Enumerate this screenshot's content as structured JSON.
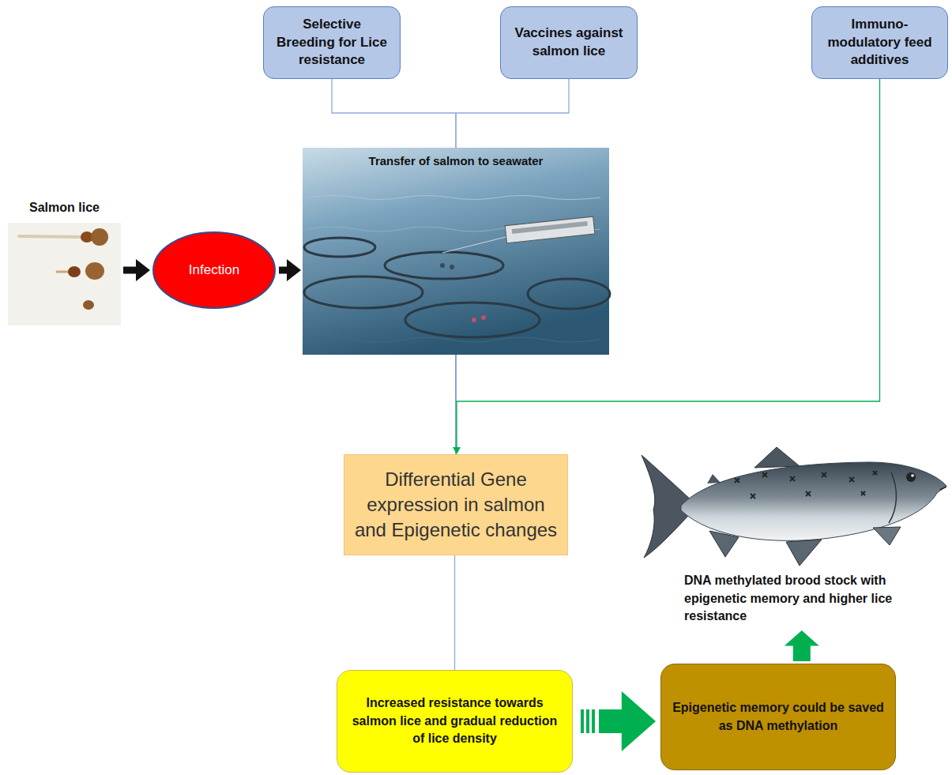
{
  "diagram": {
    "nodes": [
      {
        "text": [
          "Selective Breeding for Lice resistance"
        ]
      },
      {
        "text": [
          "Vaccines against salmon lice"
        ]
      },
      {
        "text": [
          "Immuno-modulatory feed additives"
        ]
      },
      {
        "text": [
          "Salmon lice"
        ]
      },
      {
        "text": [
          "Infection"
        ]
      },
      {
        "text": [
          "Transfer of salmon to seawater"
        ]
      },
      {
        "text": [
          "Differential Gene expression in salmon and Epigenetic changes"
        ]
      },
      {
        "text": [
          "Increased resistance towards salmon lice and gradual reduction of lice density"
        ]
      },
      {
        "text": [
          "Epigenetic memory could be saved as DNA methylation"
        ]
      },
      {
        "text": [
          "DNA methylated brood stock with epigenetic memory and higher lice resistance"
        ]
      }
    ],
    "edges": [
      {
        "from": 0,
        "to": 5,
        "arrow": "none"
      },
      {
        "from": 1,
        "to": 5,
        "arrow": "none"
      },
      {
        "from": 3,
        "to": 4,
        "arrow": "to"
      },
      {
        "from": 4,
        "to": 5,
        "arrow": "to"
      },
      {
        "from": 5,
        "to": 6,
        "arrow": "none"
      },
      {
        "from": 2,
        "to": 6,
        "arrow": "to"
      },
      {
        "from": 6,
        "to": 7,
        "arrow": "none"
      },
      {
        "from": 7,
        "to": 8,
        "arrow": "to"
      },
      {
        "from": 8,
        "to": 9,
        "arrow": "to"
      }
    ]
  }
}
